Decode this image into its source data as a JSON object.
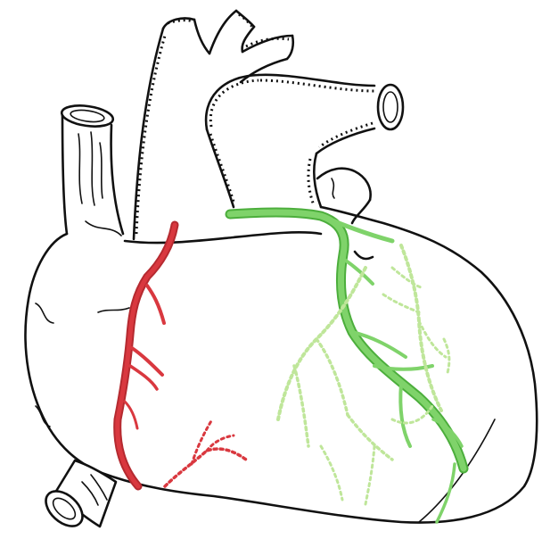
{
  "figure": {
    "colors": {
      "outline": "#111111",
      "right_coronary": "#d9383f",
      "right_coronary_dark": "#b52a30",
      "left_coronary": "#7fd36a",
      "left_coronary_dark": "#4cae3c",
      "posterior_branches": "#c9e7a6",
      "background": "#ffffff"
    },
    "icons": [
      "heart-outline",
      "aorta",
      "pulmonary-artery",
      "superior-vena-cava",
      "inferior-vena-cava"
    ]
  }
}
